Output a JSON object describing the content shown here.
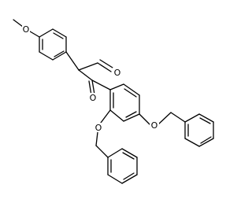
{
  "colors": {
    "background": "#ffffff",
    "bond": "#000000",
    "label": "#000000"
  },
  "atoms": {
    "o_methoxy": "O",
    "o_aldehyde": "O",
    "o_ketone": "O",
    "o_ether_para": "O",
    "o_ether_ortho": "O"
  }
}
